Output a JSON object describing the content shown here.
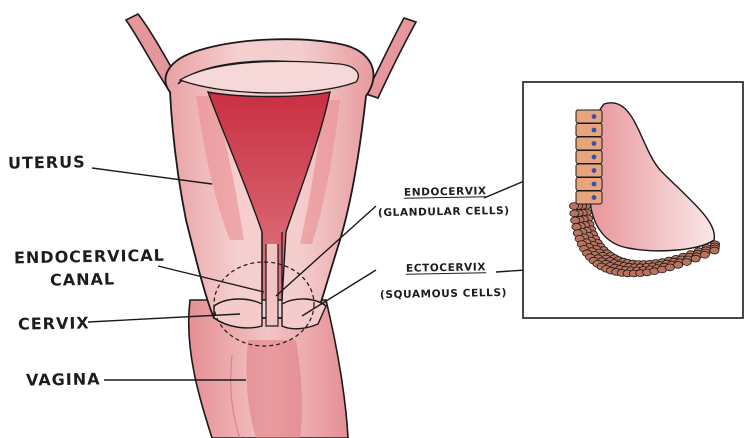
{
  "labels": {
    "uterus": "UTERUS",
    "endocervical_canal_line1": "ENDOCERVICAL",
    "endocervical_canal_line2": "CANAL",
    "cervix": "CERVIX",
    "vagina": "VAGINA",
    "endocervix": "ENDOCERVIX",
    "endocervix_sub": "(GLANDULAR CELLS)",
    "ectocervix": "ECTOCERVIX",
    "ectocervix_sub": "(SQUAMOUS CELLS)"
  },
  "colors": {
    "tissue_light": "#f3c6c6",
    "tissue_mid": "#e89a9d",
    "tissue_dark": "#d44c5a",
    "canal_red": "#d9404f",
    "outline": "#1a1a1a",
    "columnar_cell": "#e7a57e",
    "nucleus": "#3a4fb0",
    "squamous_cell": "#b9725c"
  }
}
